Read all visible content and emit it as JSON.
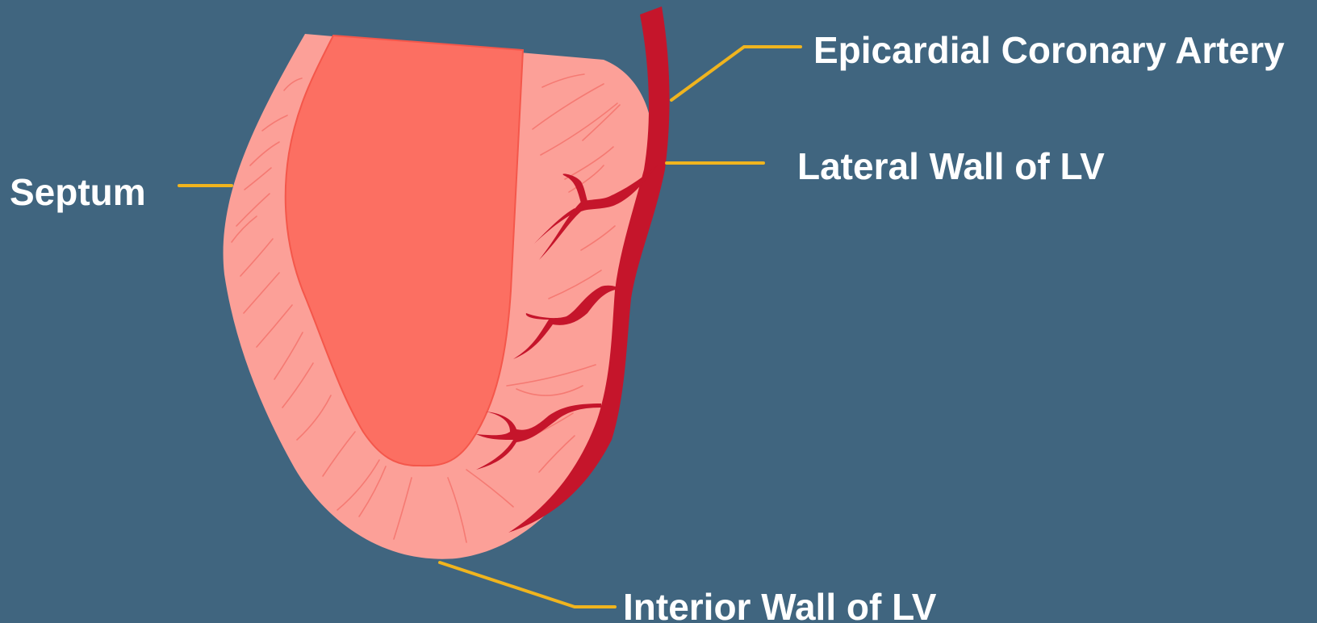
{
  "colors": {
    "background": "#40657f",
    "myocardium": "#fca098",
    "cavity": "#fc6f62",
    "cavity_edge": "#f4574b",
    "fibers": "#f57a73",
    "artery": "#c5152b",
    "leader_lines": "#f0b41e",
    "label_text": "#ffffff"
  },
  "labels": {
    "epicardial_coronary_artery": "Epicardial Coronary Artery",
    "lateral_wall": "Lateral Wall of LV",
    "septum": "Septum",
    "interior_wall": "Interior Wall of LV"
  }
}
